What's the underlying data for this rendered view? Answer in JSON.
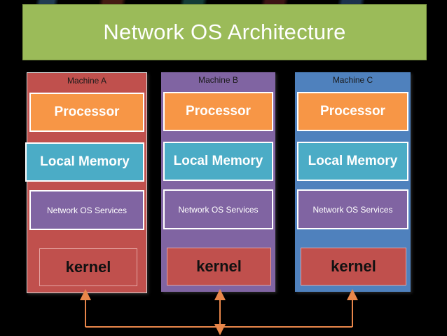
{
  "title": "Network OS Architecture",
  "machines": [
    {
      "name": "Machine A",
      "processor": "Processor",
      "memory": "Local Memory",
      "services": "Network OS Services",
      "kernel": "kernel"
    },
    {
      "name": "Machine B",
      "processor": "Processor",
      "memory": "Local Memory",
      "services": "Network OS Services",
      "kernel": "kernel"
    },
    {
      "name": "Machine C",
      "processor": "Processor",
      "memory": "Local Memory",
      "services": "Network OS Services",
      "kernel": "kernel"
    }
  ],
  "colors": {
    "title_bg": "#9bbb59",
    "machine_a": "#c0504d",
    "machine_b": "#8064a2",
    "machine_c": "#4f81bd",
    "processor": "#f79646",
    "memory": "#4bacc6",
    "connector": "#e8864a"
  }
}
